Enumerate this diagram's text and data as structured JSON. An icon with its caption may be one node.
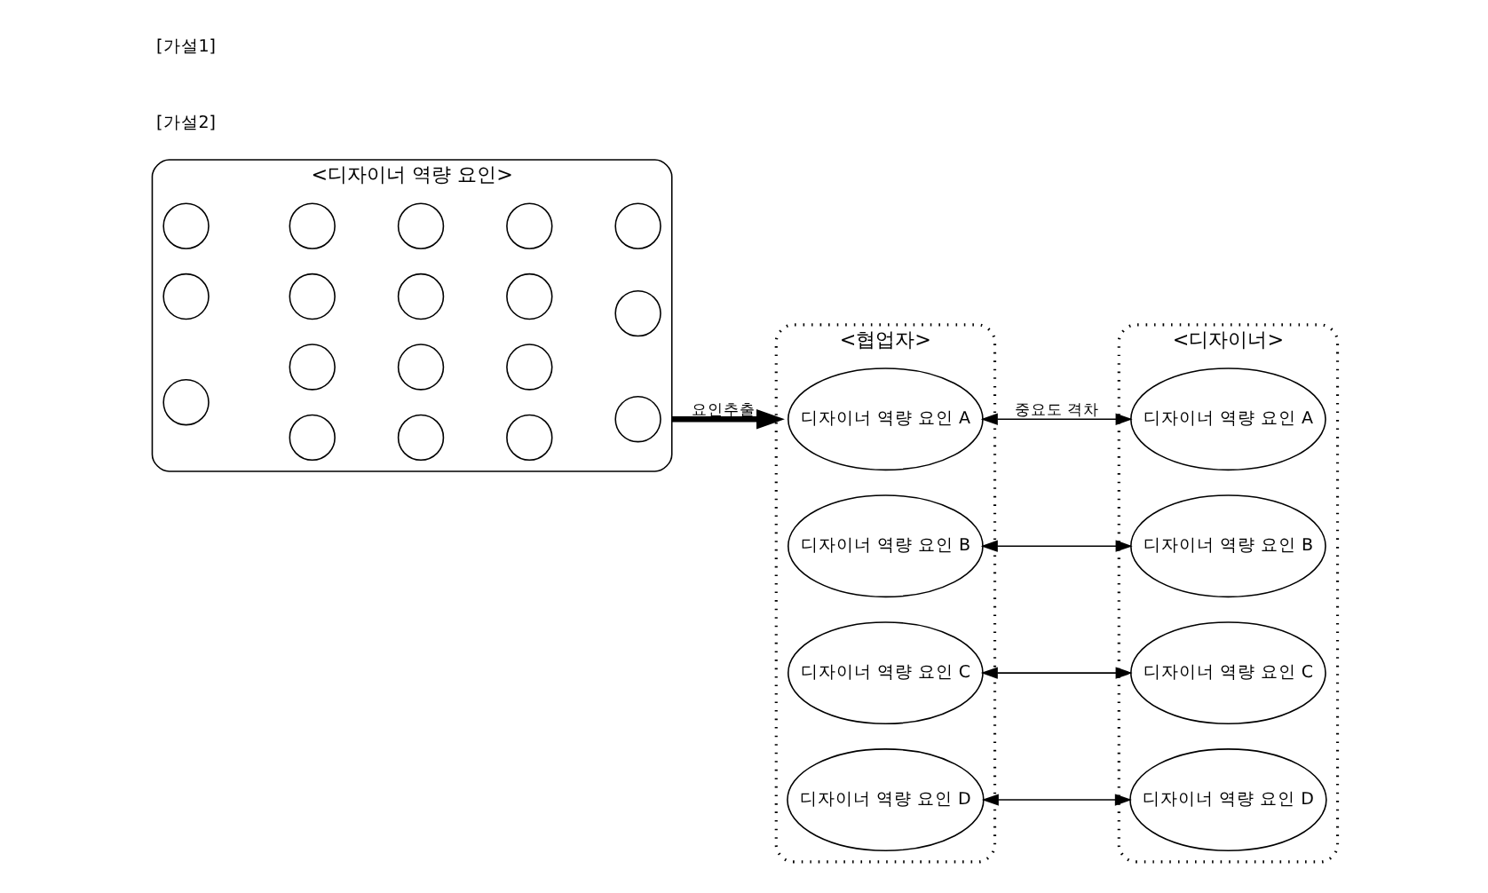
{
  "diagram": {
    "nodes": [
      {
        "text": [
          "<디자이너 역량 요인>"
        ]
      },
      {
        "text": [],
        "shape": "circle",
        "in": 0
      },
      {
        "text": [],
        "shape": "circle",
        "in": 0
      },
      {
        "text": [],
        "shape": "circle",
        "in": 0
      },
      {
        "text": [],
        "shape": "circle",
        "in": 0
      },
      {
        "text": [],
        "shape": "circle",
        "in": 0
      },
      {
        "text": [],
        "shape": "circle",
        "in": 0
      },
      {
        "text": [],
        "shape": "circle",
        "in": 0
      },
      {
        "text": [],
        "shape": "circle",
        "in": 0
      },
      {
        "text": [],
        "shape": "circle",
        "in": 0
      },
      {
        "text": [],
        "shape": "circle",
        "in": 0
      },
      {
        "text": [],
        "shape": "circle",
        "in": 0
      },
      {
        "text": [],
        "shape": "circle",
        "in": 0
      },
      {
        "text": [],
        "shape": "circle",
        "in": 0
      },
      {
        "text": [],
        "shape": "circle",
        "in": 0
      },
      {
        "text": [],
        "shape": "circle",
        "in": 0
      },
      {
        "text": [],
        "shape": "circle",
        "in": 0
      },
      {
        "text": [],
        "shape": "circle",
        "in": 0
      },
      {
        "text": [],
        "shape": "circle",
        "in": 0
      },
      {
        "text": [
          "<협업자>"
        ]
      },
      {
        "text": [
          "디자이너 역량 요인 A"
        ],
        "in": 19
      },
      {
        "text": [
          "디자이너 역량 요인 B"
        ],
        "in": 19
      },
      {
        "text": [
          "디자이너 역량 요인 C"
        ],
        "in": 19
      },
      {
        "text": [
          "디자이너 역량 요인 D"
        ],
        "in": 19
      },
      {
        "text": [
          "<디자이너>"
        ]
      },
      {
        "text": [
          "디자이너 역량 요인 A"
        ],
        "in": 24
      },
      {
        "text": [
          "디자이너 역량 요인 B"
        ],
        "in": 24
      },
      {
        "text": [
          "디자이너 역량 요인 C"
        ],
        "in": 24
      },
      {
        "text": [
          "디자이너 역량 요인 D"
        ],
        "in": 24
      }
    ],
    "edges": [
      {
        "from": 0,
        "to": 19,
        "arrow": "to",
        "label": "요인추출",
        "style": "thick"
      },
      {
        "from": 20,
        "to": 25,
        "arrow": "both",
        "label": "중요도 격차"
      },
      {
        "from": 21,
        "to": 26,
        "arrow": "both"
      },
      {
        "from": 22,
        "to": 27,
        "arrow": "both"
      },
      {
        "from": 23,
        "to": 28,
        "arrow": "both"
      }
    ],
    "labels": [
      "[가설2]",
      "[가설1]"
    ]
  }
}
